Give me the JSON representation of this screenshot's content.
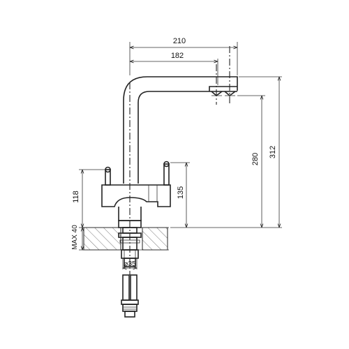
{
  "dimensions": {
    "width_overall": "210",
    "width_spout": "182",
    "height_overall": "312",
    "height_spout": "280",
    "height_levers": "135",
    "height_body": "118",
    "max_thickness": "MAX 40",
    "hole_diameter": "⌀35"
  }
}
